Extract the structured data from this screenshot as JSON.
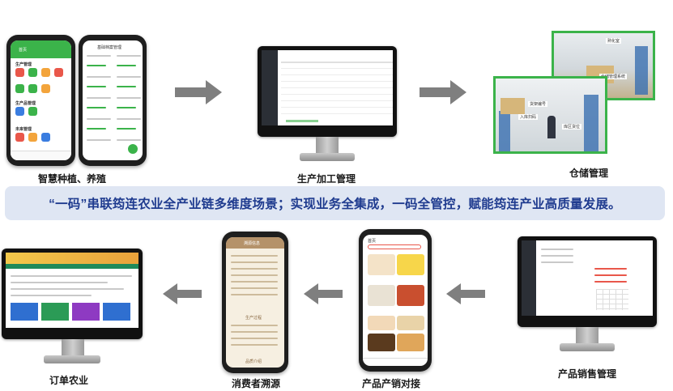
{
  "banner": {
    "text": "“一码”串联筠连农业全产业链多维度场景；实现业务全集成，一码全管控，赋能筠连产业高质量发展。"
  },
  "captions": {
    "smart_planting": "智慧种植、养殖",
    "production": "生产加工管理",
    "warehouse": "仓储管理",
    "order_agriculture": "订单农业",
    "traceability": "消费者溯源",
    "matching": "产品产销对接",
    "sales": "产品销售管理"
  },
  "phone1": {
    "header": "首页",
    "sections": [
      "生产管理",
      "生产品管理",
      "未来管理"
    ]
  },
  "phone2": {
    "header": "基础档案管理"
  },
  "phone_trace": {
    "header": "溯源信息",
    "section_production": "生产过程",
    "section_quality": "品质介绍"
  },
  "phone_shop": {
    "header": "首页"
  },
  "warehouse_labels": {
    "ripening_room": "熟化室",
    "shelf_label": "货架编号",
    "wms": "仓储管理系统",
    "entry": "入库扫码",
    "area": "库区货位"
  },
  "colors": {
    "accent_green": "#3bb34a",
    "banner_bg": "#dfe6f3",
    "banner_text": "#1f3b8f",
    "arrow_gray": "#7f7f7f"
  }
}
